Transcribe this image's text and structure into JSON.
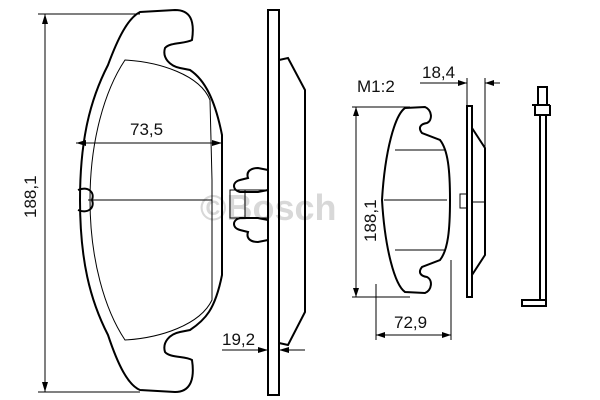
{
  "watermark": "©Bosch",
  "main_pad": {
    "height": "188,1",
    "width": "73,5",
    "thickness": "19,2"
  },
  "small_view": {
    "scale": "M1:2",
    "height": "188,1",
    "width": "72,9",
    "thickness": "18,4"
  }
}
